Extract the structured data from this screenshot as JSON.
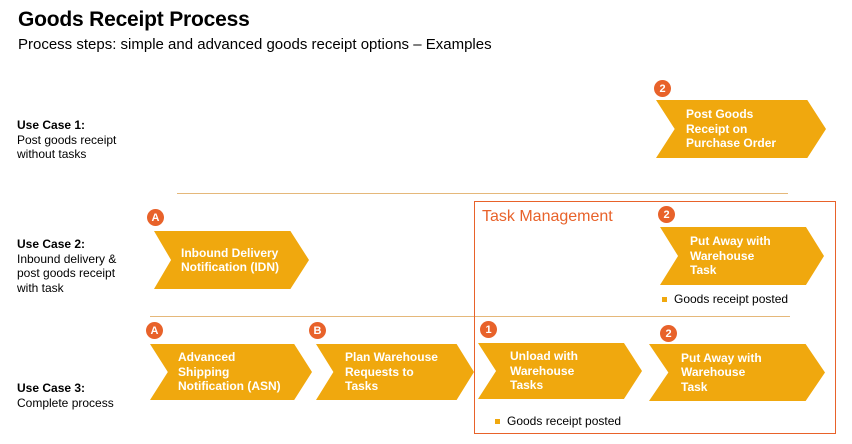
{
  "header": {
    "title": "Goods Receipt Process",
    "subtitle": "Process steps: simple and advanced goods receipt options – Examples"
  },
  "use_cases": [
    {
      "title": "Use Case 1:",
      "description": "Post goods receipt\nwithout tasks"
    },
    {
      "title": "Use Case 2:",
      "description": "Inbound delivery &\npost goods receipt\nwith task"
    },
    {
      "title": "Use Case 3:",
      "description": "Complete process"
    }
  ],
  "task_management": {
    "label": "Task Management"
  },
  "steps": {
    "uc1_post_gr": {
      "label": "Post Goods\nReceipt on\nPurchase Order",
      "badge": "2"
    },
    "uc2_idn": {
      "label": "Inbound Delivery\nNotification (IDN)",
      "badge": "A"
    },
    "uc2_putaway": {
      "label": "Put Away with\nWarehouse\nTask",
      "badge": "2"
    },
    "uc3_asn": {
      "label": "Advanced\nShipping\nNotification (ASN)",
      "badge": "A"
    },
    "uc3_plan": {
      "label": "Plan Warehouse\nRequests to\nTasks",
      "badge": "B"
    },
    "uc3_unload": {
      "label": "Unload with\nWarehouse\nTasks",
      "badge": "1"
    },
    "uc3_putaway": {
      "label": "Put Away with\nWarehouse\nTask",
      "badge": "2"
    }
  },
  "notes": {
    "uc2_gr_posted": "Goods receipt posted",
    "uc3_gr_posted": "Goods receipt posted"
  },
  "colors": {
    "chevron": "#f0a80e",
    "badge": "#e8622a",
    "task_box": "#e8622a",
    "divider": "#e5b87a"
  }
}
